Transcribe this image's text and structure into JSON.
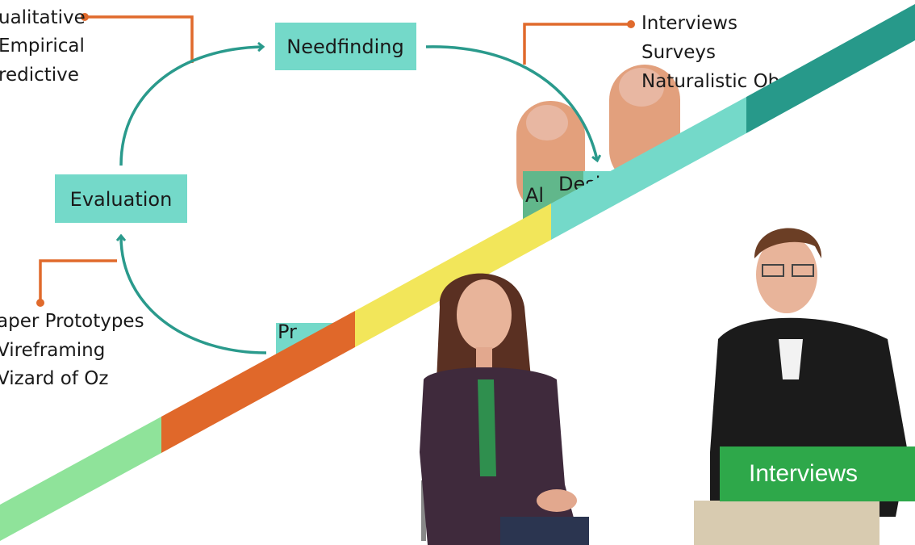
{
  "diagram": {
    "nodes": {
      "needfinding": "Needfinding",
      "evaluation": "Evaluation",
      "design_partial": "Desi",
      "design_partial2": "Al",
      "prototyping_partial": "Pr"
    },
    "evaluation_methods": [
      "ualitative",
      "Empirical",
      "redictive"
    ],
    "needfinding_methods": [
      "Interviews",
      "Surveys",
      "Naturalistic Obs"
    ],
    "prototyping_methods": [
      "aper Prototypes",
      "Vireframing",
      "Vizard of Oz"
    ]
  },
  "banner": {
    "label": "Interviews"
  },
  "colors": {
    "node_fill": "#74d9c9",
    "arrow": "#2a9a8c",
    "callout": "#e06a2c",
    "stripe": [
      "#8fe39a",
      "#e0682a",
      "#f2e65a",
      "#74d9c9",
      "#27998a"
    ],
    "banner": "#2ea84a"
  }
}
